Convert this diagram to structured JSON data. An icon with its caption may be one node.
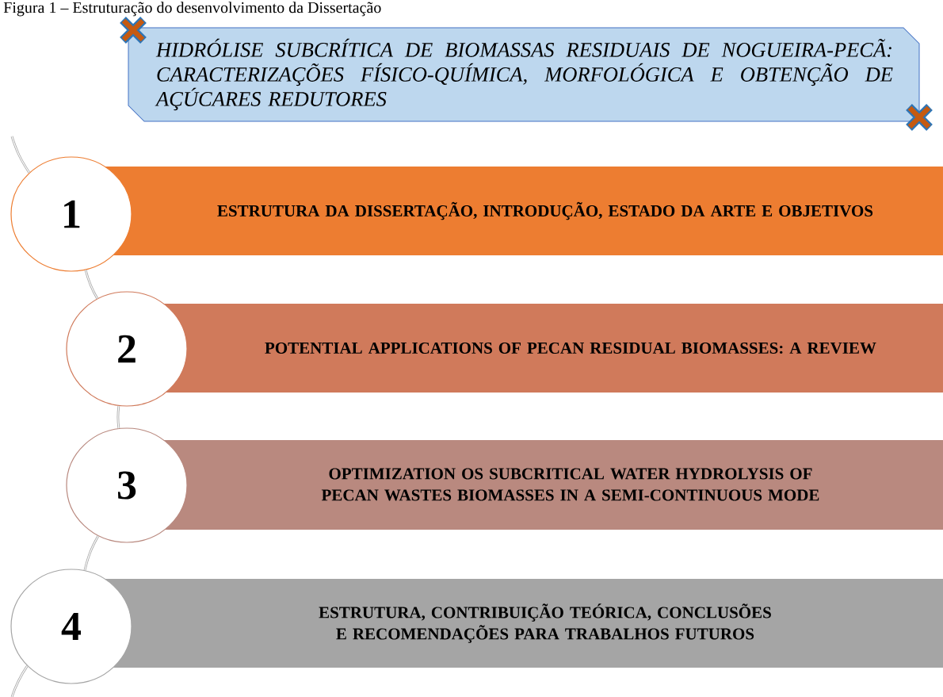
{
  "diagram": {
    "title": "Figura 1 – Estruturação do desenvolvimento da Dissertação",
    "nodes": [
      {
        "text": [
          "HIDRÓLISE SUBCRÍTICA DE BIOMASSAS RESIDUAIS DE NOGUEIRA-PECÃ: CARACTERIZAÇÕES FÍSICO-QUÍMICA, MORFOLÓGICA E OBTENÇÃO DE AÇÚCARES REDUTORES"
        ]
      },
      {
        "text": [
          "1"
        ]
      },
      {
        "text": [
          "ESTRUTURA DA DISSERTAÇÃO, INTRODUÇÃO, ESTADO DA ARTE E OBJETIVOS"
        ]
      },
      {
        "text": [
          "2"
        ]
      },
      {
        "text": [
          "POTENTIAL APPLICATIONS OF PECAN RESIDUAL BIOMASSES: A REVIEW"
        ]
      },
      {
        "text": [
          "3"
        ]
      },
      {
        "text": [
          "OPTIMIZATION OS SUBCRITICAL WATER HYDROLYSIS OF PECAN WASTES BIOMASSES IN A SEMI-CONTINUOUS MODE"
        ]
      },
      {
        "text": [
          "4"
        ]
      },
      {
        "text": [
          "ESTRUTURA, CONTRIBUIÇÃO TEÓRICA, CONCLUSÕES E RECOMENDAÇÕES PARA TRABALHOS FUTUROS"
        ]
      }
    ],
    "edges": [
      {
        "from": null,
        "to": 1,
        "arrow": "none"
      },
      {
        "from": 1,
        "to": 3,
        "arrow": "none"
      },
      {
        "from": 3,
        "to": 5,
        "arrow": "none"
      },
      {
        "from": 5,
        "to": 7,
        "arrow": "none"
      },
      {
        "from": 7,
        "to": null,
        "arrow": "none"
      }
    ]
  }
}
